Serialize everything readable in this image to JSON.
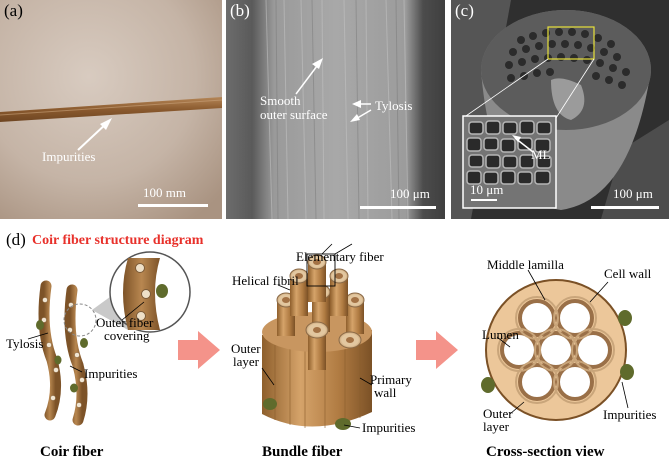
{
  "panel_a": {
    "label": "(a)",
    "annotation": "Impurities",
    "scale_bar": "100 mm"
  },
  "panel_b": {
    "label": "(b)",
    "annotation_smooth_1": "Smooth",
    "annotation_smooth_2": "outer surface",
    "annotation_tylosis": "Tylosis",
    "scale_bar": "100 μm"
  },
  "panel_c": {
    "label": "(c)",
    "inset_label": "ML",
    "inset_scale_bar": "10 μm",
    "scale_bar": "100 μm"
  },
  "panel_d": {
    "label": "(d)",
    "title": "Coir fiber structure diagram",
    "labels": {
      "tylosis": "Tylosis",
      "outer_fiber_covering_1": "Outer fiber",
      "outer_fiber_covering_2": "covering",
      "impurities_left": "Impurities",
      "elementary_fiber": "Elementary fiber",
      "helical_fibril": "Helical fibril",
      "outer_layer_mid_1": "Outer",
      "outer_layer_mid_2": "layer",
      "primary_wall_1": "Primary",
      "primary_wall_2": "wall",
      "impurities_mid": "Impurities",
      "middle_lamilla": "Middle lamilla",
      "cell_wall": "Cell wall",
      "lumen": "Lumen",
      "outer_layer_right_1": "Outer",
      "outer_layer_right_2": "layer",
      "impurities_right": "Impurities"
    },
    "captions": {
      "coir_fiber": "Coir fiber",
      "bundle_fiber": "Bundle fiber",
      "cross_section_view": "Cross-section view"
    }
  },
  "colors": {
    "title_red": "#e8302a",
    "arrow_pink": "#f4938a",
    "fiber_brown": "#a0713c"
  }
}
